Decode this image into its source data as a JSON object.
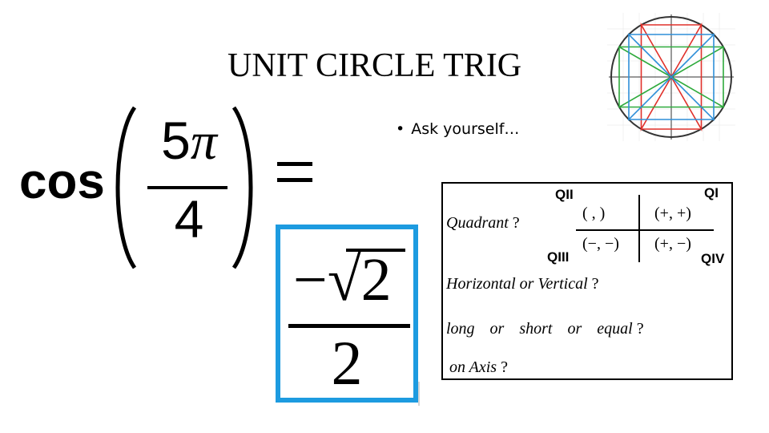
{
  "slide": {
    "title": "UNIT CIRCLE TRIG",
    "bullet": "Ask yourself…"
  },
  "expression": {
    "function": "cos",
    "numerator": "5",
    "pi_symbol": "π",
    "denominator": "4",
    "equals": "="
  },
  "answer": {
    "numerator": "−√2",
    "denominator": "2",
    "box_color": "#1d9be0"
  },
  "helper_card": {
    "quadrant_labels": {
      "q1": "QI",
      "q2": "QII",
      "q3": "QIII",
      "q4": "QIV"
    },
    "quadrant_prompt": "Quadrant",
    "sign_q1": "(+, +)",
    "sign_q2": "( , )",
    "sign_q3": "(−, −)",
    "sign_q4": "(+, −)",
    "orientation_prompt": "Horizontal or Vertical",
    "length_prompt": "long or short or equal",
    "axis_prompt": "on Axis",
    "question_mark": "?"
  },
  "unit_circle_image": {
    "icon": "unit-circle-diagram",
    "colors": {
      "red": "#e0302a",
      "green": "#2eaa3c",
      "blue": "#2f8fd8"
    }
  }
}
